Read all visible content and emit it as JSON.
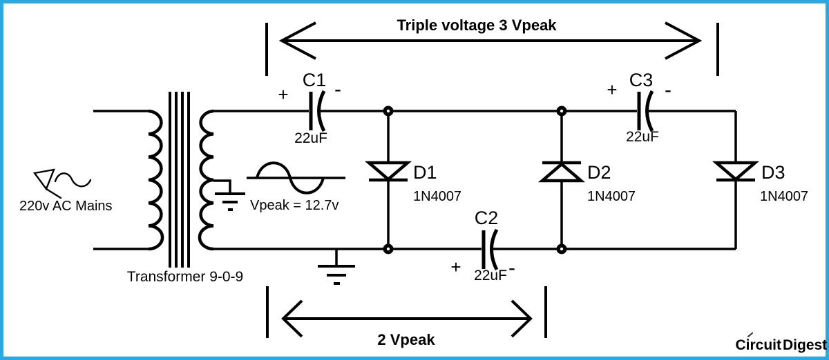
{
  "annotations": {
    "top_span": "Triple voltage 3 Vpeak",
    "bottom_span": "2 Vpeak"
  },
  "source": {
    "label": "220v AC Mains"
  },
  "transformer": {
    "label": "Transformer 9-0-9"
  },
  "waveform": {
    "label": "Vpeak = 12.7v"
  },
  "components": {
    "c1": {
      "ref": "C1",
      "value": "22uF",
      "plus": "+",
      "minus": "-"
    },
    "c2": {
      "ref": "C2",
      "value": "22uF",
      "plus": "+",
      "minus": "-"
    },
    "c3": {
      "ref": "C3",
      "value": "22uF",
      "plus": "+",
      "minus": "-"
    },
    "d1": {
      "ref": "D1",
      "part": "1N4007"
    },
    "d2": {
      "ref": "D2",
      "part": "1N4007"
    },
    "d3": {
      "ref": "D3",
      "part": "1N4007"
    }
  },
  "logo": {
    "word1": "Circuit",
    "word2": "Digest"
  },
  "colors": {
    "frame": "#29A9E1",
    "stroke": "#000000",
    "logo_word1": "#3D4148",
    "logo_word2": "#4FB9E8"
  }
}
